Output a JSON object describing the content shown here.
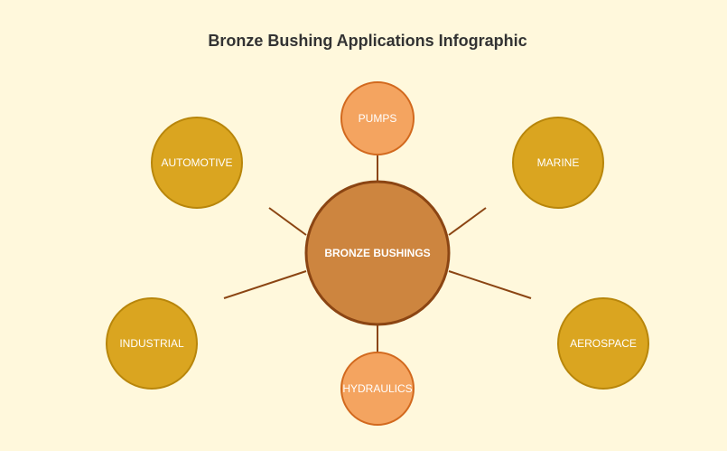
{
  "title": "Bronze Bushing Applications Infographic",
  "center": {
    "label": "BRONZE BUSHINGS",
    "fill": "#CD853F",
    "stroke": "#8B4513"
  },
  "nodes": [
    {
      "label": "PUMPS",
      "fill": "#F4A460",
      "stroke": "#D2691E"
    },
    {
      "label": "HYDRAULICS",
      "fill": "#F4A460",
      "stroke": "#D2691E"
    },
    {
      "label": "AUTOMOTIVE",
      "fill": "#DAA520",
      "stroke": "#B8860B"
    },
    {
      "label": "MARINE",
      "fill": "#DAA520",
      "stroke": "#B8860B"
    },
    {
      "label": "INDUSTRIAL",
      "fill": "#DAA520",
      "stroke": "#B8860B"
    },
    {
      "label": "AEROSPACE",
      "fill": "#DAA520",
      "stroke": "#B8860B"
    }
  ],
  "connector_color": "#8B4513"
}
